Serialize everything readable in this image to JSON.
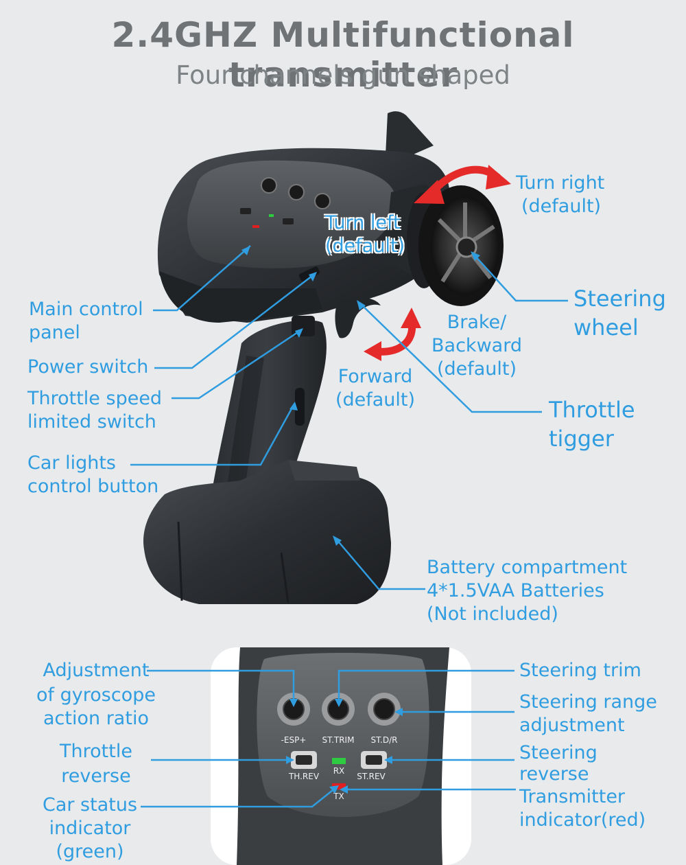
{
  "header": {
    "title": "2.4GHZ Multifunctional transmitter",
    "subtitle": "Four channels gun shaped"
  },
  "main_labels": {
    "turn_right": [
      "Turn right",
      "(default)"
    ],
    "turn_left": [
      "Turn left",
      "(default)"
    ],
    "steering_wheel": [
      "Steering",
      "wheel"
    ],
    "brake_backward": [
      "Brake/",
      "Backward",
      "(default)"
    ],
    "forward": [
      "Forward",
      "(default)"
    ],
    "throttle_trigger": [
      "Throttle",
      "tigger"
    ],
    "main_control_panel": [
      "Main control",
      "panel"
    ],
    "power_switch": "Power switch",
    "throttle_speed_limited_switch": [
      "Throttle speed",
      "limited switch"
    ],
    "car_lights_control_button": [
      "Car lights",
      "control button"
    ],
    "battery_compartment": [
      "Battery compartment",
      "4*1.5VAA Batteries",
      "(Not included)"
    ]
  },
  "panel_labels": {
    "gyroscope_adjustment": [
      "Adjustment",
      "of gyroscope",
      "action ratio"
    ],
    "throttle_reverse": [
      "Throttle",
      "reverse"
    ],
    "car_status_indicator": [
      "Car status",
      "indicator",
      "(green)"
    ],
    "steering_trim": "Steering trim",
    "steering_range_adjustment": [
      "Steering range",
      "adjustment"
    ],
    "steering_reverse": [
      "Steering",
      "reverse"
    ],
    "transmitter_indicator": [
      "Transmitter",
      "indicator(red)"
    ]
  },
  "panel_markings": {
    "knob_1": "-ESP+",
    "knob_2": "ST.TRIM",
    "knob_3": "ST.D/R",
    "switch_1": "TH.REV",
    "switch_2": "ST.REV",
    "led_rx": "RX",
    "led_tx": "TX"
  },
  "colors": {
    "label_blue": "#2f9de0",
    "arrow_red": "#e52a2a",
    "body_dark": "#2b2e31",
    "led_green": "#2ecc40",
    "led_red": "#e02020"
  }
}
